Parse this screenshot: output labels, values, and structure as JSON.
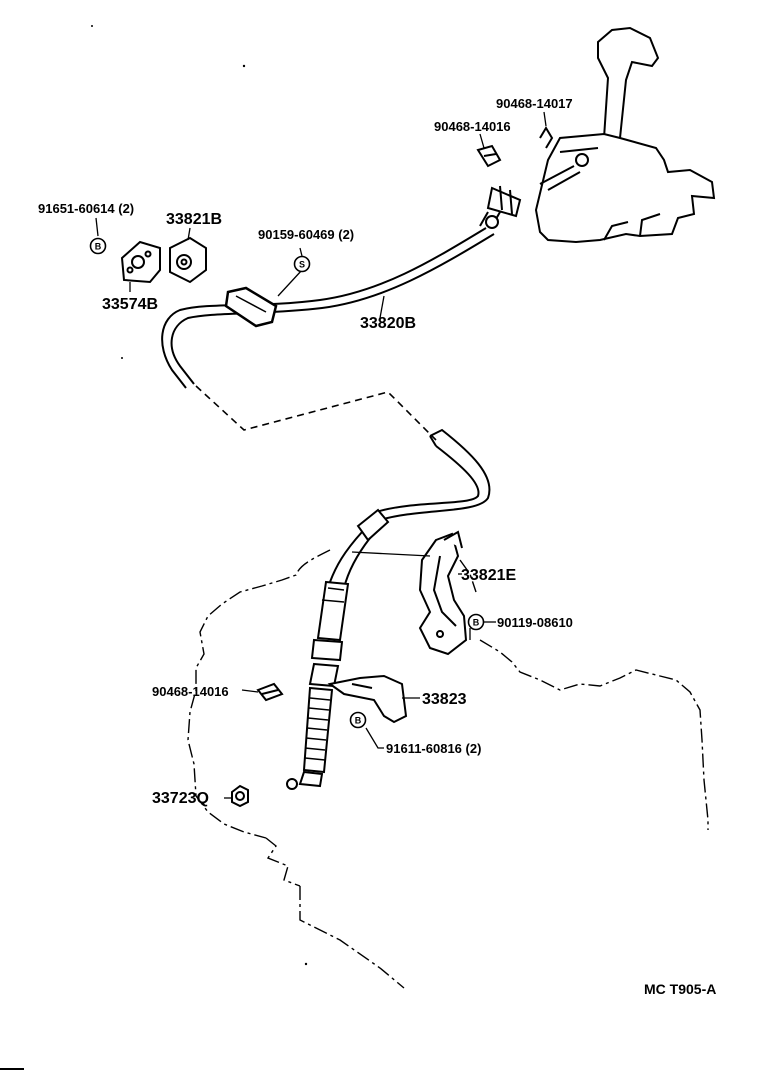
{
  "labels": {
    "p90468_14017": "90468-14017",
    "p90468_14016_top": "90468-14016",
    "p91651_60614": "91651-60614 (2)",
    "p33821B": "33821B",
    "p90159_60469": "90159-60469 (2)",
    "p33574B": "33574B",
    "p33820B": "33820B",
    "p33821E": "33821E",
    "p90119_08610": "90119-08610",
    "p90468_14016_bottom": "90468-14016",
    "p33823": "33823",
    "p91611_60816": "91611-60816 (2)",
    "p33723Q": "33723Q",
    "figure_code": "MC T905-A"
  },
  "symbols": {
    "b": "B",
    "s": "S"
  }
}
